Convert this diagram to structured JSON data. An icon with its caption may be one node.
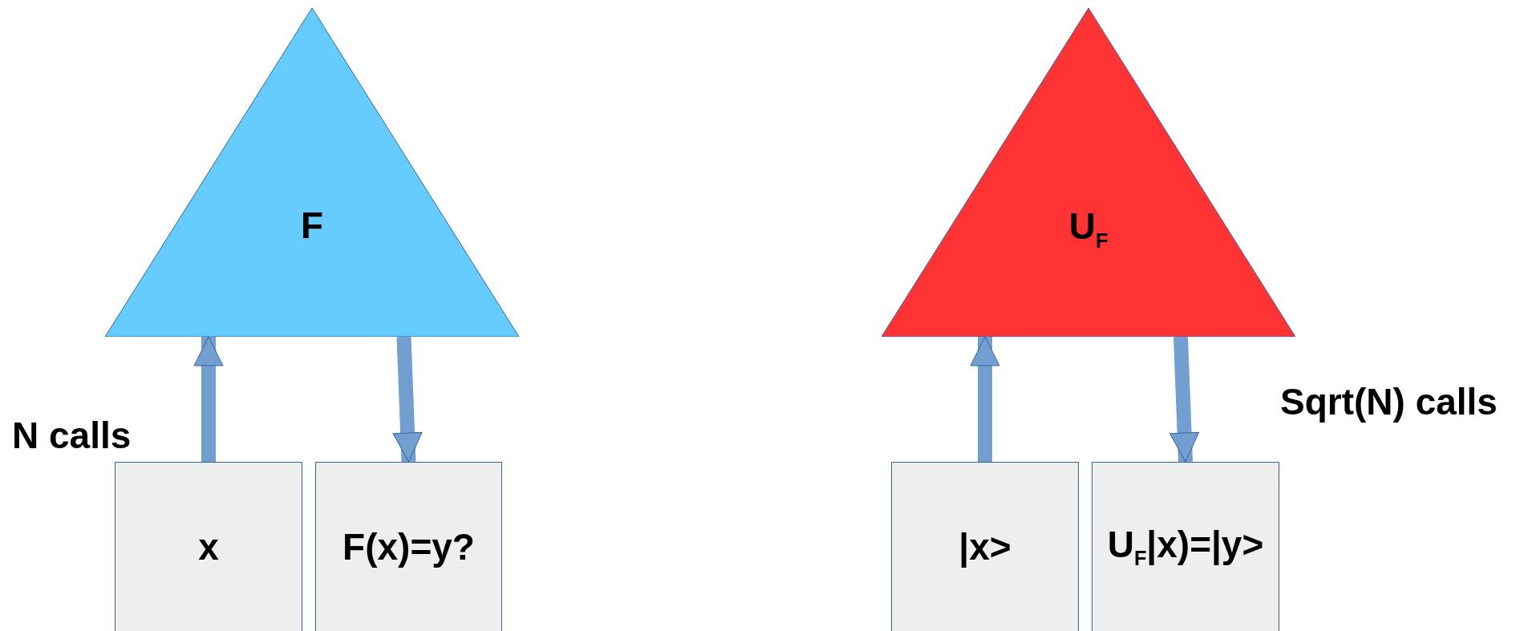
{
  "diagram": {
    "nodes": [
      {
        "text": [
          "F"
        ]
      },
      {
        "text": [
          "U$_{F}$"
        ]
      },
      {
        "text": [
          "x"
        ]
      },
      {
        "text": [
          "F(x)=y?"
        ]
      },
      {
        "text": [
          "|x>"
        ]
      },
      {
        "text": [
          "U$_{F}$|x)=|y>"
        ]
      }
    ],
    "edges": [
      {
        "from": 2,
        "to": 0,
        "arrow": "to"
      },
      {
        "from": 0,
        "to": 3,
        "arrow": "to"
      },
      {
        "from": 4,
        "to": 1,
        "arrow": "to"
      },
      {
        "from": 1,
        "to": 5,
        "arrow": "to"
      }
    ],
    "labels": [
      "N calls",
      "Sqrt(N) calls"
    ]
  }
}
